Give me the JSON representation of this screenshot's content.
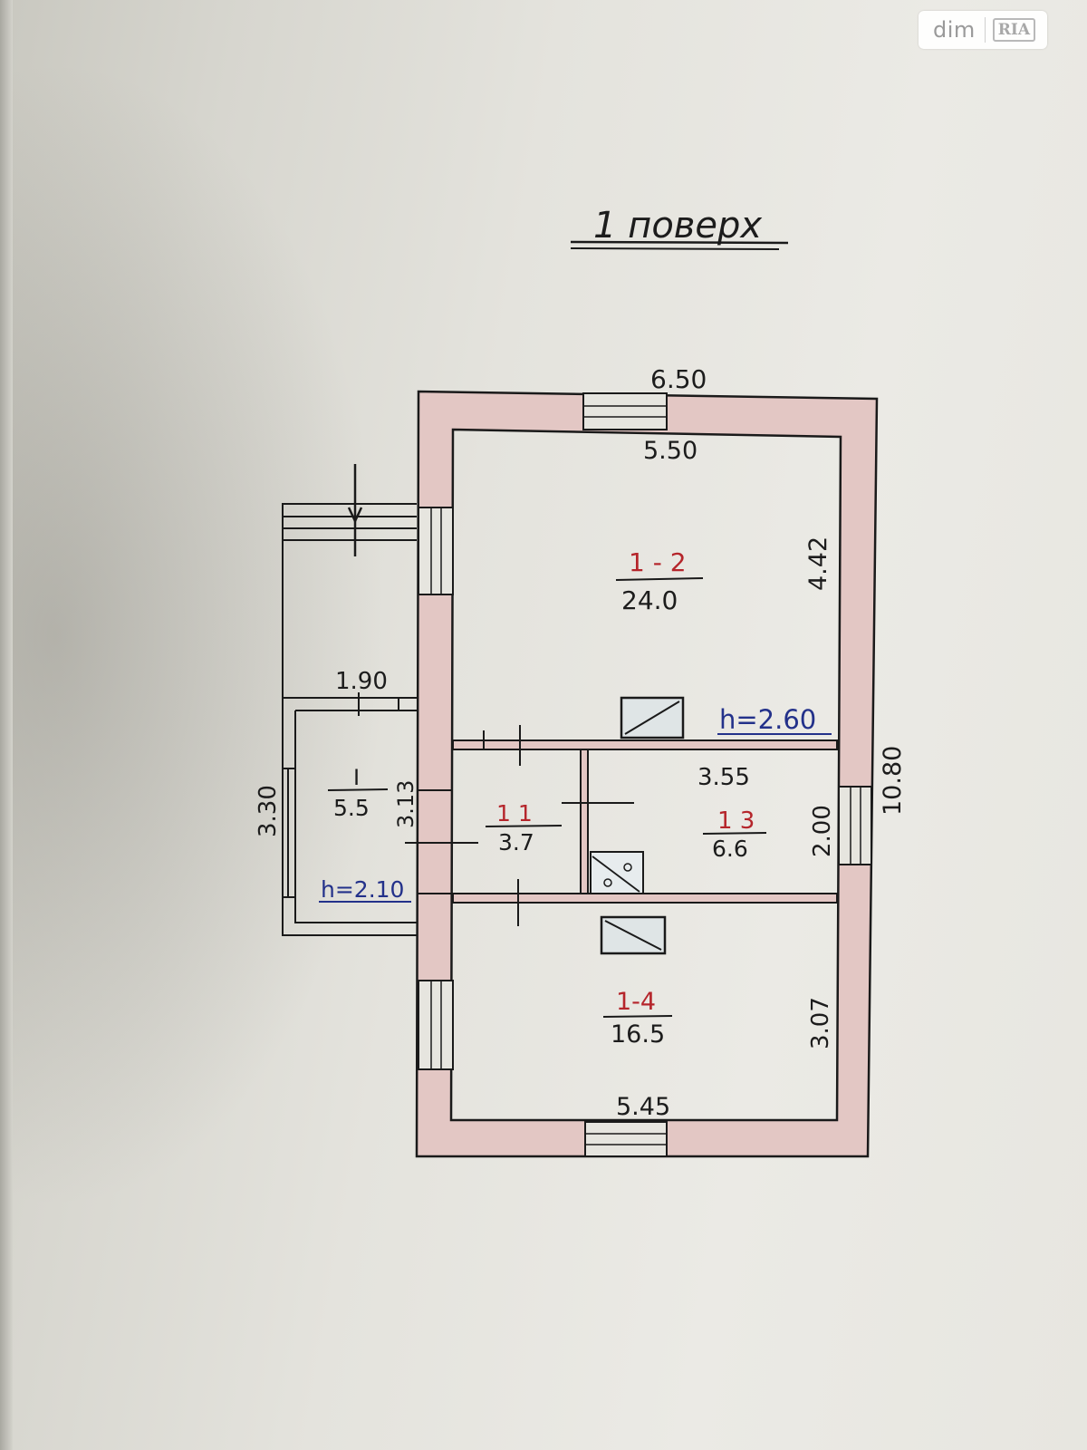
{
  "watermark": {
    "brand": "dim",
    "brand_secondary": "RIA"
  },
  "plan": {
    "title": "1 поверх",
    "colors": {
      "wall_fill": "#e3c7c4",
      "line": "#1a1a1a",
      "room_number": "#b5252b",
      "height_note": "#23318a",
      "paper": "#e6e5df"
    },
    "dimensions": {
      "outer_width": "6.50",
      "inner_width_top": "5.50",
      "room_1_2_depth": "4.42",
      "total_length": "10.80",
      "porch_width": "1.90",
      "porch_length": "3.30",
      "porch_inner": "3.13",
      "room_1_3_width": "3.55",
      "room_1_3_depth": "2.00",
      "room_1_4_depth": "3.07",
      "inner_width_bottom": "5.45"
    },
    "rooms": [
      {
        "id": "1-2",
        "number": "1 - 2",
        "area": "24.0"
      },
      {
        "id": "1-1",
        "number": "1  1",
        "area": "3.7"
      },
      {
        "id": "1-3",
        "number": "1  3",
        "area": "6.6"
      },
      {
        "id": "1-4",
        "number": "1-4",
        "area": "16.5"
      },
      {
        "id": "I",
        "number": "I",
        "area": "5.5"
      }
    ],
    "heights": {
      "main": "h=2.60",
      "porch": "h=2.10"
    }
  }
}
